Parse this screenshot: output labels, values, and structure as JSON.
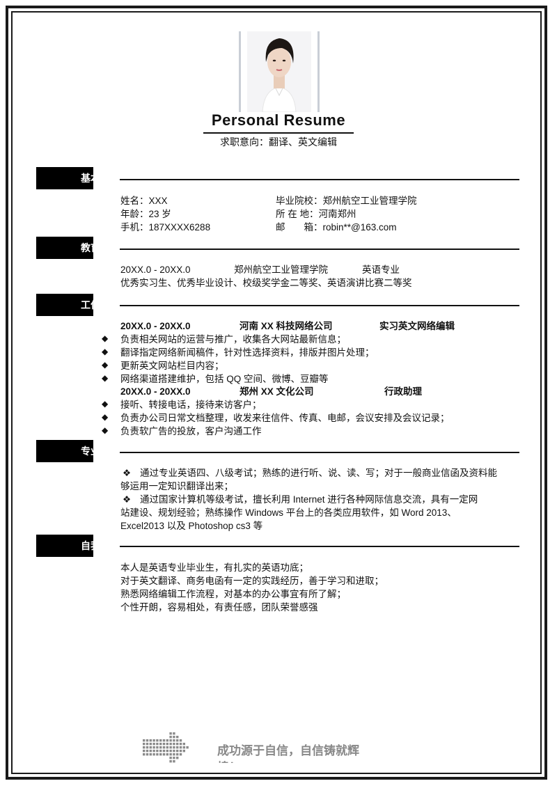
{
  "header": {
    "title": "Personal Resume",
    "subtitle": "求职意向：翻译、英文编辑"
  },
  "sections": {
    "basic": "基本",
    "education": "教育",
    "work": "工作",
    "skills": "专业",
    "self": "自我"
  },
  "basic_info": {
    "name": "姓名：XXX",
    "age": "年龄：23 岁",
    "phone": "手机：187XXXX6288",
    "school": "毕业院校：郑州航空工业管理学院",
    "location": "所 在 地：河南郑州",
    "email": "邮　　箱：robin**@163.com"
  },
  "education": {
    "period": "20XX.0 - 20XX.0",
    "school": "郑州航空工业管理学院",
    "major": "英语专业",
    "honors": "优秀实习生、优秀毕业设计、校级奖学金二等奖、英语演讲比赛二等奖"
  },
  "work": {
    "job1": {
      "period": "20XX.0 - 20XX.0",
      "company": "河南 XX 科技网络公司",
      "title": "实习英文网络编辑",
      "duties": [
        "负责相关网站的运营与推广，收集各大网站最新信息；",
        "翻译指定网络新闻稿件，针对性选择资料，排版并图片处理；",
        "更新英文网站栏目内容；",
        "网络渠道搭建维护，包括 QQ 空间、微博、豆瓣等"
      ]
    },
    "job2": {
      "period": "20XX.0 - 20XX.0",
      "company": "郑州 XX 文化公司",
      "title": "行政助理",
      "duties": [
        "接听、转接电话，接待来访客户；",
        "负责办公司日常文档整理，收发来往信件、传真、电邮，会议安排及会议记录；",
        "负责软广告的投放，客户沟通工作"
      ]
    },
    "bullet_symbol": "◆"
  },
  "skills": {
    "bullet_symbol": "❖",
    "item1_line1": "通过专业英语四、八级考试；熟练的进行听、说、读、写；对于一般商业信函及资料能",
    "item1_line2": "够运用一定知识翻译出来；",
    "item2_line1": "通过国家计算机等级考试，擅长利用 Internet 进行各种网际信息交流，具有一定网",
    "item2_line2": "站建设、规划经验；熟练操作 Windows 平台上的各类应用软件，如 Word  2013、",
    "item2_line3": "Excel2013 以及 Photoshop  cs3 等"
  },
  "self_eval": {
    "line1": "本人是英语专业毕业生，有扎实的英语功底；",
    "line2": "对于英文翻译、商务电函有一定的实践经历，善于学习和进取；",
    "line3": "熟悉网络编辑工作流程，对基本的办公事宜有所了解；",
    "line4": "个性开朗，容易相处，有责任感，团队荣誉感强"
  },
  "footer": {
    "motto_line1": "成功源于自信，自信铸就辉",
    "motto_line2": "煌！"
  },
  "colors": {
    "text": "#111111",
    "section_block": "#000000",
    "footer_gray": "#888888"
  }
}
